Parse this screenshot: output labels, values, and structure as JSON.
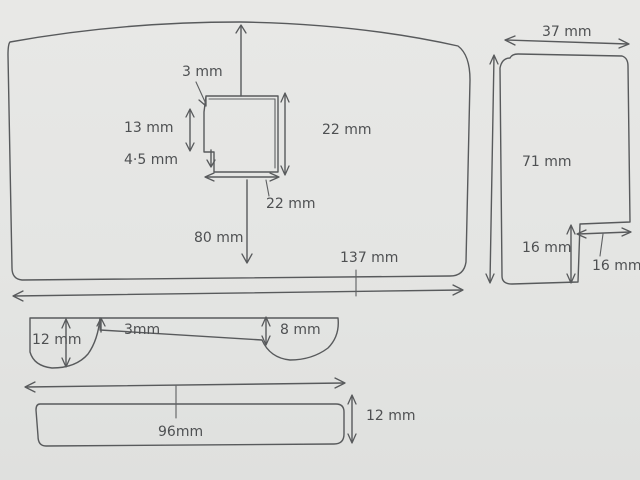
{
  "sketch": {
    "top_view": {
      "overall_width": "137 mm",
      "height_to_cutout": "80 mm",
      "cutout_top_offset": "3 mm",
      "cutout_height": "22 mm",
      "cutout_width": "22 mm",
      "cutout_left_depth": "13 mm",
      "cutout_step": "4·5 mm"
    },
    "side_view": {
      "width": "37 mm",
      "height": "71 mm",
      "notch_height": "16 mm",
      "notch_width": "16 mm"
    },
    "profile_view": {
      "left_height": "12 mm",
      "thin_edge": "3mm",
      "right_height": "8 mm"
    },
    "bottom_view": {
      "length": "96mm",
      "height": "12 mm"
    }
  }
}
